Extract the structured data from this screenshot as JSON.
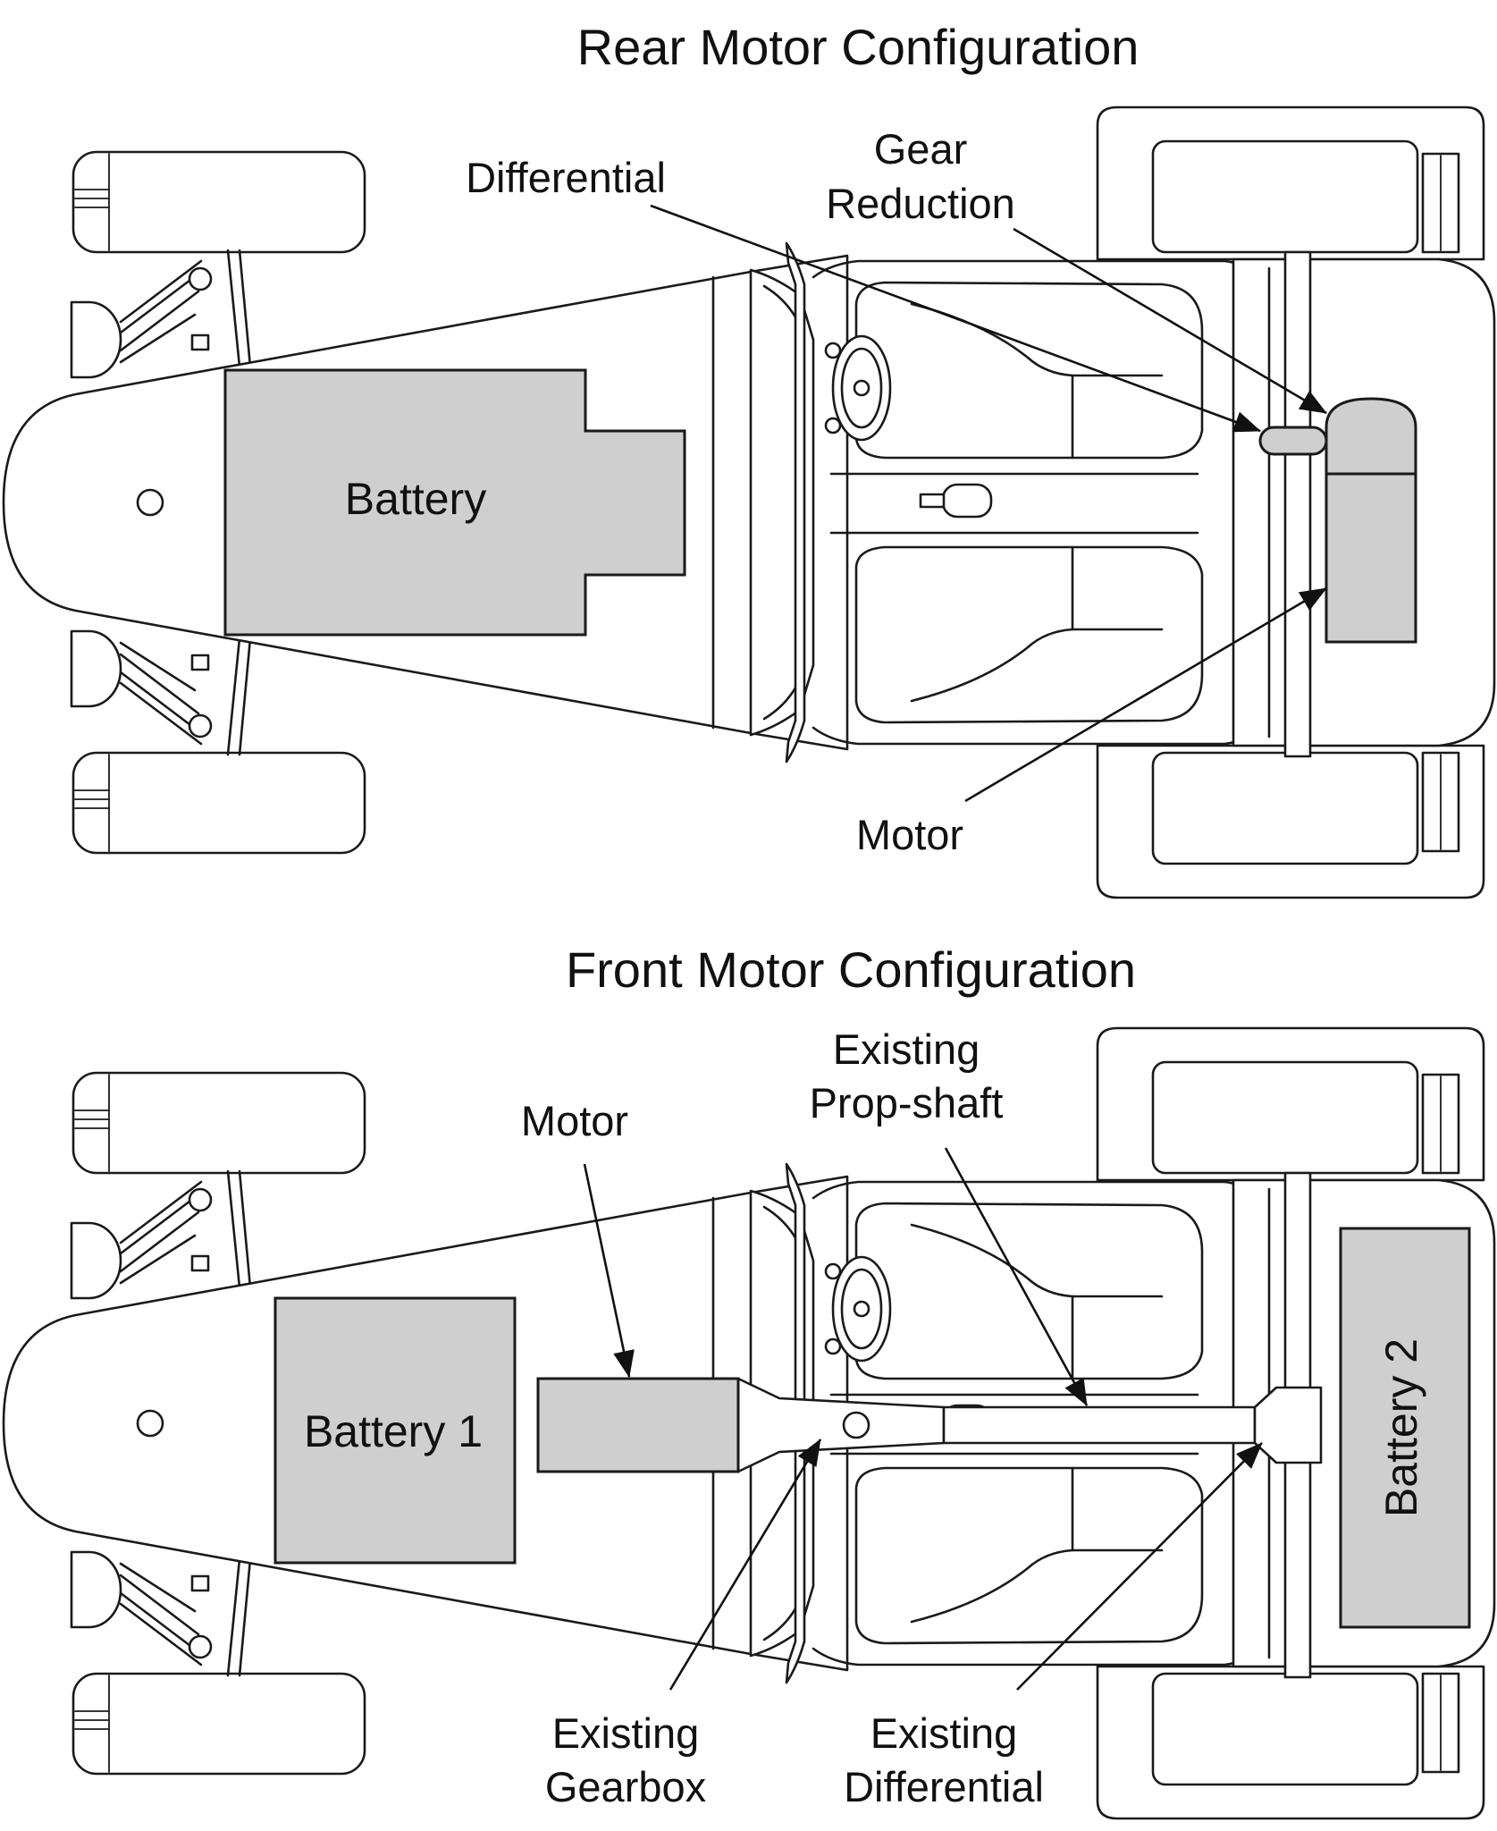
{
  "rear": {
    "title": "Rear Motor Configuration",
    "labels": {
      "differential": "Differential",
      "gear_line1": "Gear",
      "gear_line2": "Reduction",
      "battery": "Battery",
      "motor": "Motor"
    }
  },
  "front": {
    "title": "Front Motor Configuration",
    "labels": {
      "motor": "Motor",
      "prop_line1": "Existing",
      "prop_line2": "Prop-shaft",
      "battery1": "Battery 1",
      "battery2": "Battery 2",
      "gearbox_line1": "Existing",
      "gearbox_line2": "Gearbox",
      "diff_line1": "Existing",
      "diff_line2": "Differential"
    }
  },
  "colors": {
    "component_fill": "#cfcfcf",
    "outline": "#1a1a1a",
    "background": "#ffffff"
  }
}
